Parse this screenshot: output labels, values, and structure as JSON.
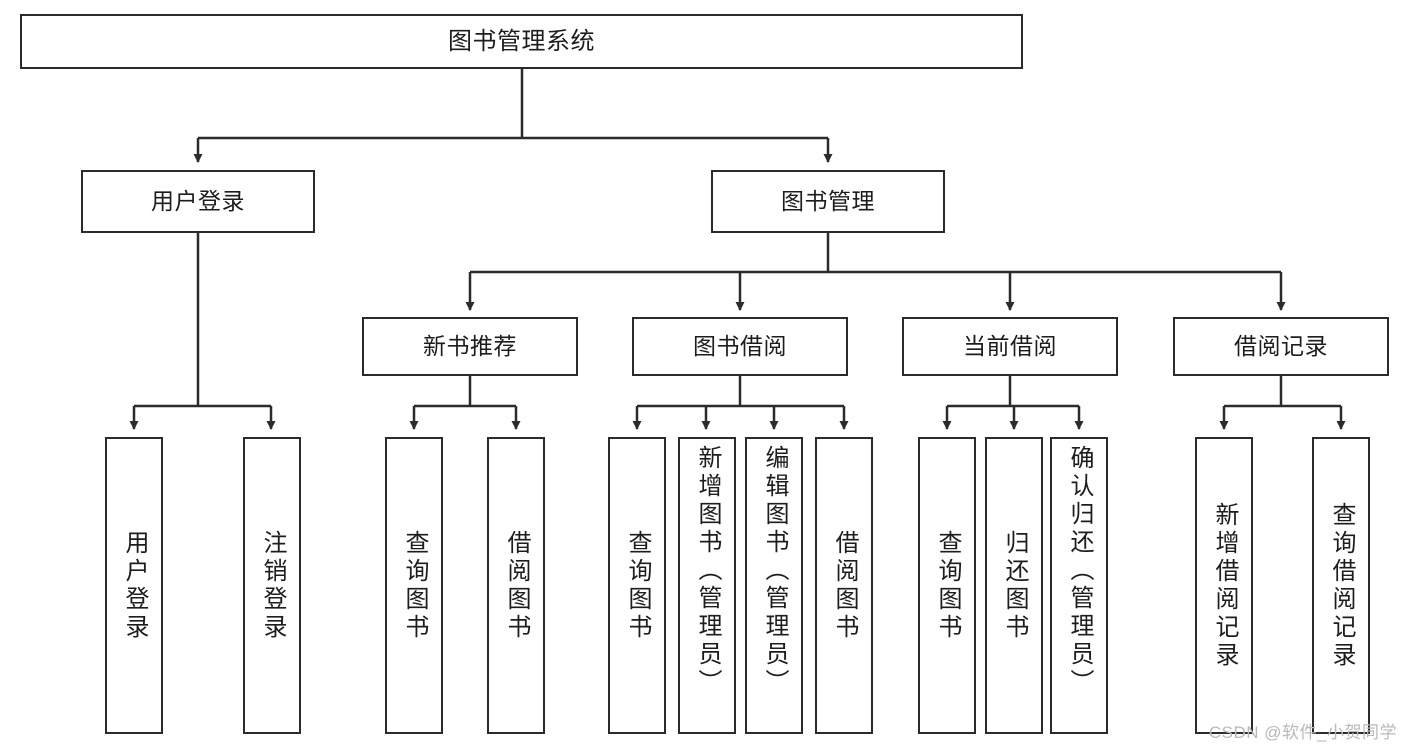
{
  "diagram": {
    "title": "图书管理系统",
    "type": "tree",
    "watermark": "CSDN @软件_小贺同学",
    "colors": {
      "box_border": "#2b2b2b",
      "box_fill": "#ffffff",
      "edge": "#2b2b2b",
      "text": "#1d1d1d",
      "watermark": "#b9b9b9",
      "background": "#ffffff"
    },
    "nodes": {
      "root": {
        "label": "图书管理系统"
      },
      "level1": [
        {
          "label": "用户登录"
        },
        {
          "label": "图书管理"
        }
      ],
      "level2": [
        {
          "label": "新书推荐"
        },
        {
          "label": "图书借阅"
        },
        {
          "label": "当前借阅"
        },
        {
          "label": "借阅记录"
        }
      ],
      "leaves": {
        "user_login": [
          {
            "label": "用户登录"
          },
          {
            "label": "注销登录"
          }
        ],
        "new_book": [
          {
            "label": "查询图书"
          },
          {
            "label": "借阅图书"
          }
        ],
        "book_borrow": [
          {
            "label": "查询图书"
          },
          {
            "label": "新增图书（管理员）"
          },
          {
            "label": "编辑图书（管理员）"
          },
          {
            "label": "借阅图书"
          }
        ],
        "current_borrow": [
          {
            "label": "查询图书"
          },
          {
            "label": "归还图书"
          },
          {
            "label": "确认归还（管理员）"
          }
        ],
        "borrow_record": [
          {
            "label": "新增借阅记录"
          },
          {
            "label": "查询借阅记录"
          }
        ]
      }
    }
  }
}
